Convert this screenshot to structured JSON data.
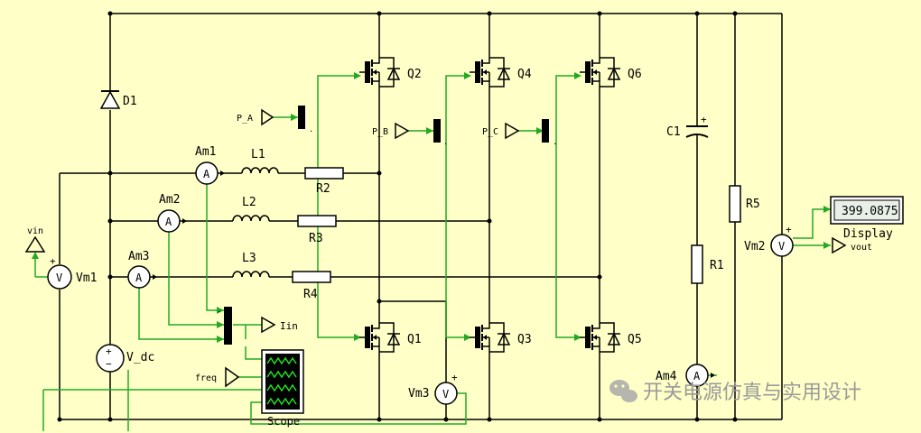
{
  "colors": {
    "background": "#ffffc8",
    "wire": "#000000",
    "signal": "#22aa22",
    "display_bg": "#e8f0e8"
  },
  "labels": {
    "d1": "D1",
    "am1": "Am1",
    "am2": "Am2",
    "am3": "Am3",
    "am4": "Am4",
    "l1": "L1",
    "l2": "L2",
    "l3": "L3",
    "r1": "R1",
    "r2": "R2",
    "r3": "R3",
    "r4": "R4",
    "r5": "R5",
    "c1": "C1",
    "q1": "Q1",
    "q2": "Q2",
    "q3": "Q3",
    "q4": "Q4",
    "q5": "Q5",
    "q6": "Q6",
    "p_a": "P_A",
    "p_b": "P_B",
    "p_c": "P_C",
    "vin": "vin",
    "vm1": "Vm1",
    "vm2": "Vm2",
    "vm3": "Vm3",
    "v_dc": "V_dc",
    "iin": "Iin",
    "freq": "freq",
    "scope": "Scope",
    "display": "Display",
    "vout": "vout",
    "ammeter_symbol": "A",
    "voltmeter_symbol": "V",
    "plus": "+",
    "minus": "−"
  },
  "display": {
    "value": "399.0875"
  },
  "watermark": {
    "text": "开关电源仿真与实用设计"
  }
}
